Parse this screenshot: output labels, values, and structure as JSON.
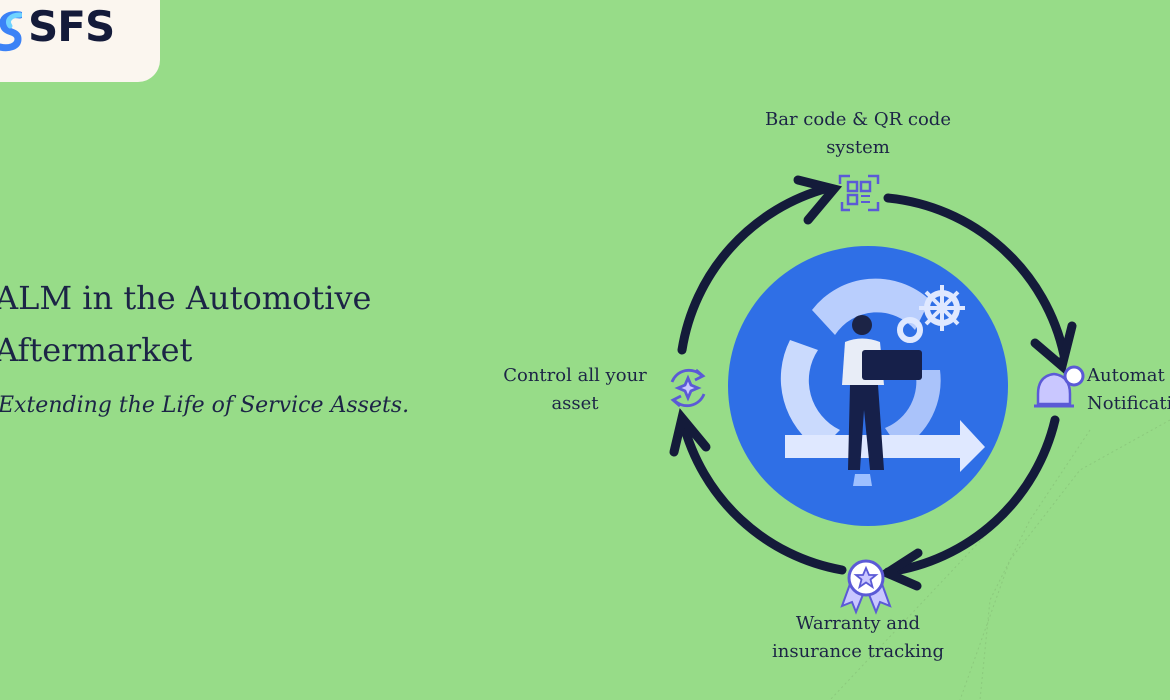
{
  "brand": {
    "name": "SFS"
  },
  "hero": {
    "title_line1": "ALM in the Automotive",
    "title_line2": "Aftermarket",
    "subtitle": "Extending the Life of Service Assets."
  },
  "cycle": {
    "top": {
      "line1": "Bar code & QR code",
      "line2": "system",
      "icon": "qr-scan-icon"
    },
    "right": {
      "line1": "Automat",
      "line2": "Notificatio",
      "icon": "notification-bell-icon"
    },
    "bottom": {
      "line1": "Warranty and",
      "line2": "insurance tracking",
      "icon": "award-badge-icon"
    },
    "left": {
      "line1": "Control all your",
      "line2": "asset",
      "icon": "sync-control-icon"
    }
  },
  "illustration": {
    "icon": "person-with-laptop-gears-illustration"
  },
  "colors": {
    "background": "#97dc88",
    "navy": "#1c2446",
    "accent_blue": "#2f6fe6",
    "icon_purple": "#5b5ad6",
    "logo_bg": "#fbf6ef"
  }
}
